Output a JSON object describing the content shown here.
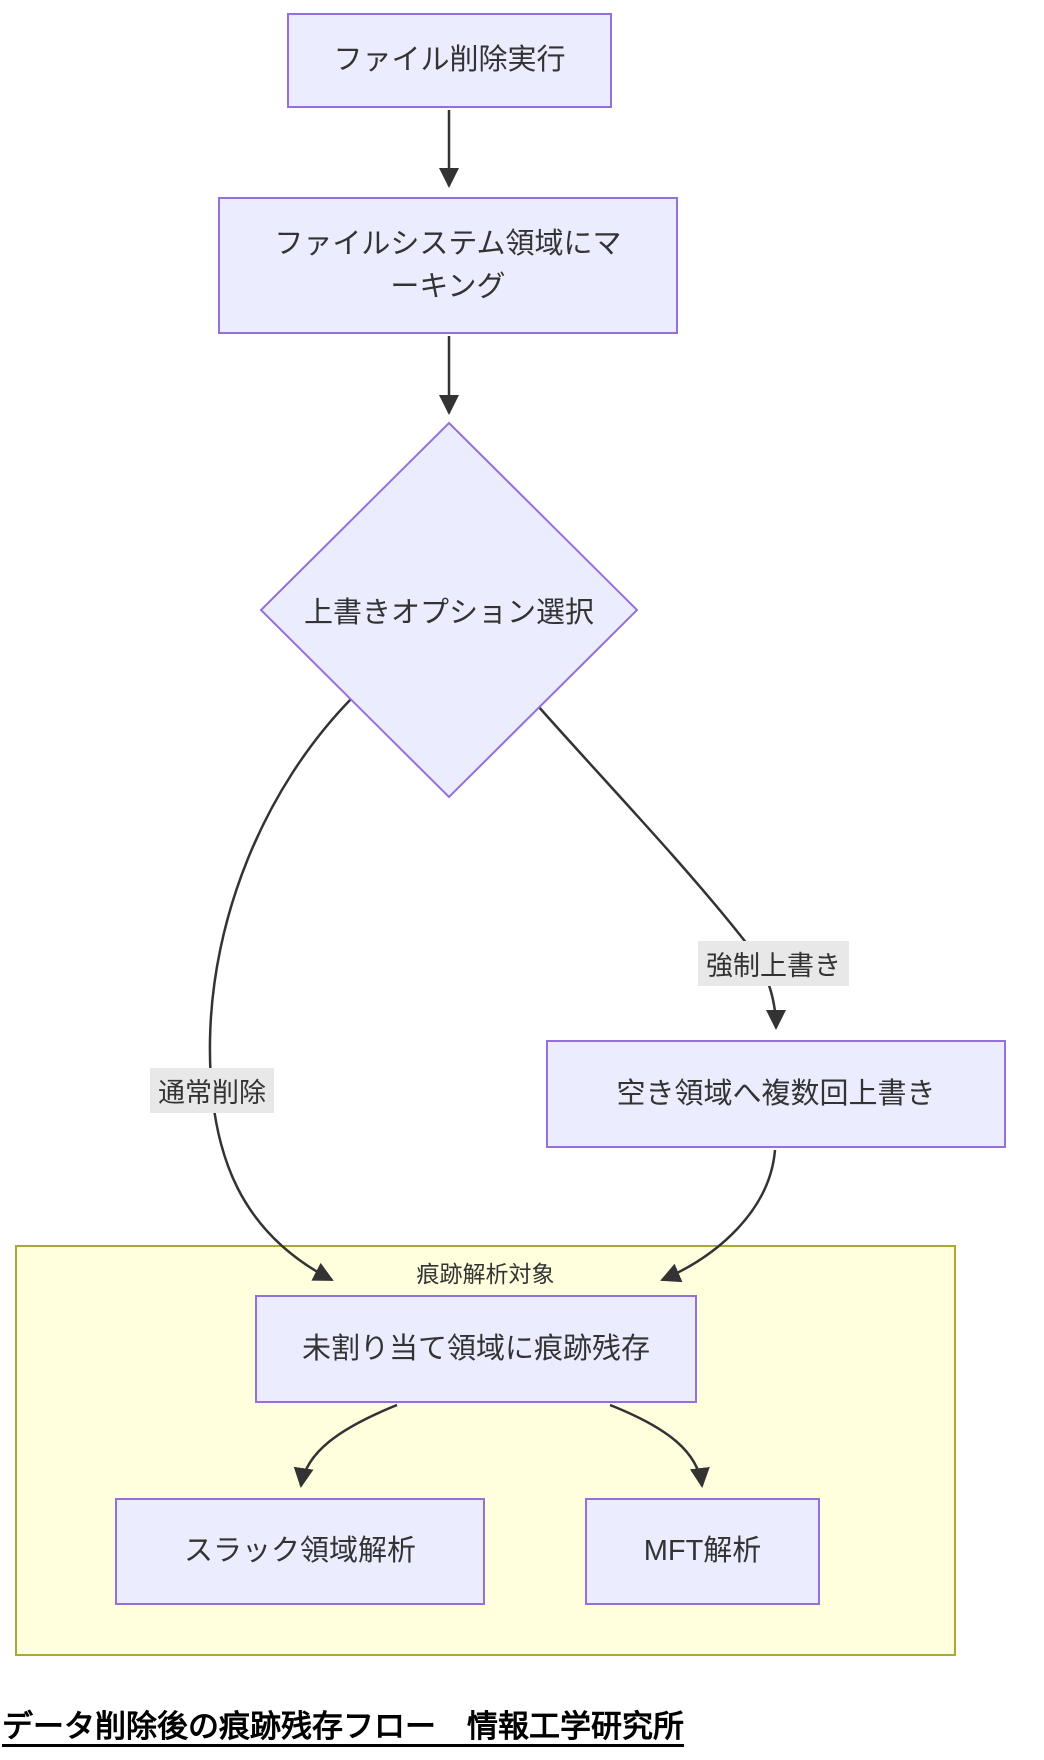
{
  "diagram": {
    "type": "flowchart",
    "caption": "データ削除後の痕跡残存フロー　情報工学研究所",
    "nodes": {
      "file_delete": "ファイル削除実行",
      "marking": "ファイルシステム領域にマーキング",
      "decision": "上書きオプション選択",
      "overwrite": "空き領域へ複数回上書き",
      "trace": "未割り当て領域に痕跡残存",
      "slack": "スラック領域解析",
      "mft": "MFT解析"
    },
    "edge_labels": {
      "normal": "通常削除",
      "force": "強制上書き"
    },
    "subgraph": {
      "title": "痕跡解析対象"
    },
    "edges": [
      {
        "from": "file_delete",
        "to": "marking"
      },
      {
        "from": "marking",
        "to": "decision"
      },
      {
        "from": "decision",
        "to": "trace",
        "label": "通常削除"
      },
      {
        "from": "decision",
        "to": "overwrite",
        "label": "強制上書き"
      },
      {
        "from": "overwrite",
        "to": "trace"
      },
      {
        "from": "trace",
        "to": "slack"
      },
      {
        "from": "trace",
        "to": "mft"
      }
    ],
    "colors": {
      "node_fill": "#ECECFF",
      "node_border": "#9370DB",
      "subgraph_fill": "#FFFFDE",
      "subgraph_border": "#AAAA33",
      "edge": "#333333",
      "edge_label_bg": "#E8E8E8",
      "text": "#333333"
    }
  }
}
